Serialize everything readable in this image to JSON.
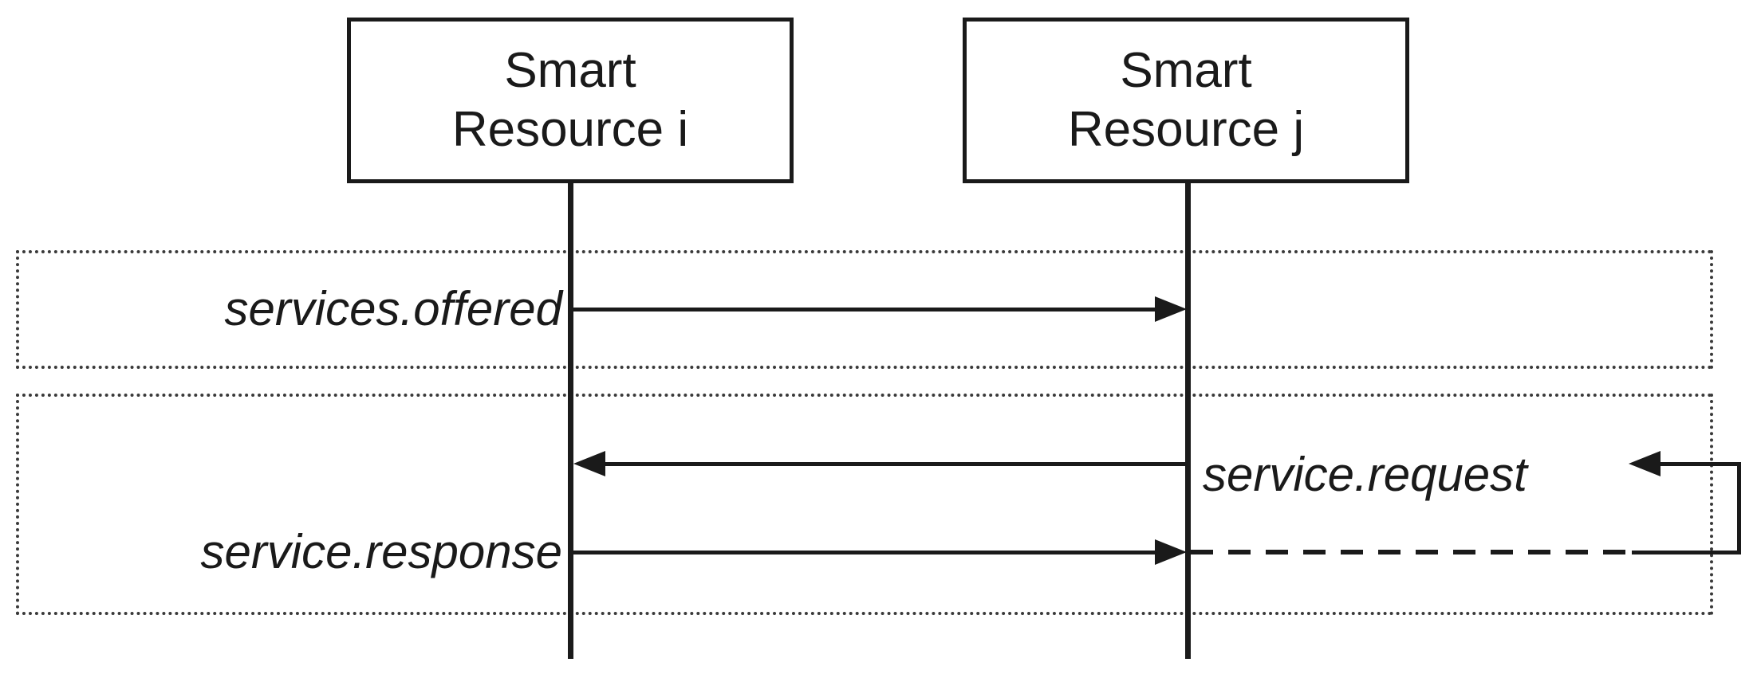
{
  "diagram": {
    "type": "sequence-diagram",
    "actors": [
      {
        "id": "smart-resource-i",
        "line1": "Smart",
        "line2": "Resource i"
      },
      {
        "id": "smart-resource-j",
        "line1": "Smart",
        "line2": "Resource j"
      }
    ],
    "messages": {
      "offered": {
        "label": "services.offered",
        "from": "smart-resource-i",
        "to": "smart-resource-j",
        "style": "solid"
      },
      "request": {
        "label": "service.request",
        "from": "smart-resource-j",
        "to": "smart-resource-i",
        "style": "solid",
        "note": "also shown entering from right-side loop with left-pointing arrow"
      },
      "response": {
        "label": "service.response",
        "from": "smart-resource-i",
        "to": "smart-resource-j",
        "style": "solid",
        "continuation": "dashed line from resource j to right-side loop"
      }
    },
    "frames": [
      {
        "id": "frame-1",
        "contains": [
          "services.offered"
        ]
      },
      {
        "id": "frame-2",
        "contains": [
          "service.request",
          "service.response"
        ]
      }
    ],
    "colors": {
      "ink": "#1a1a1a",
      "background": "#ffffff",
      "frame_border": "#3a3a3a"
    }
  }
}
